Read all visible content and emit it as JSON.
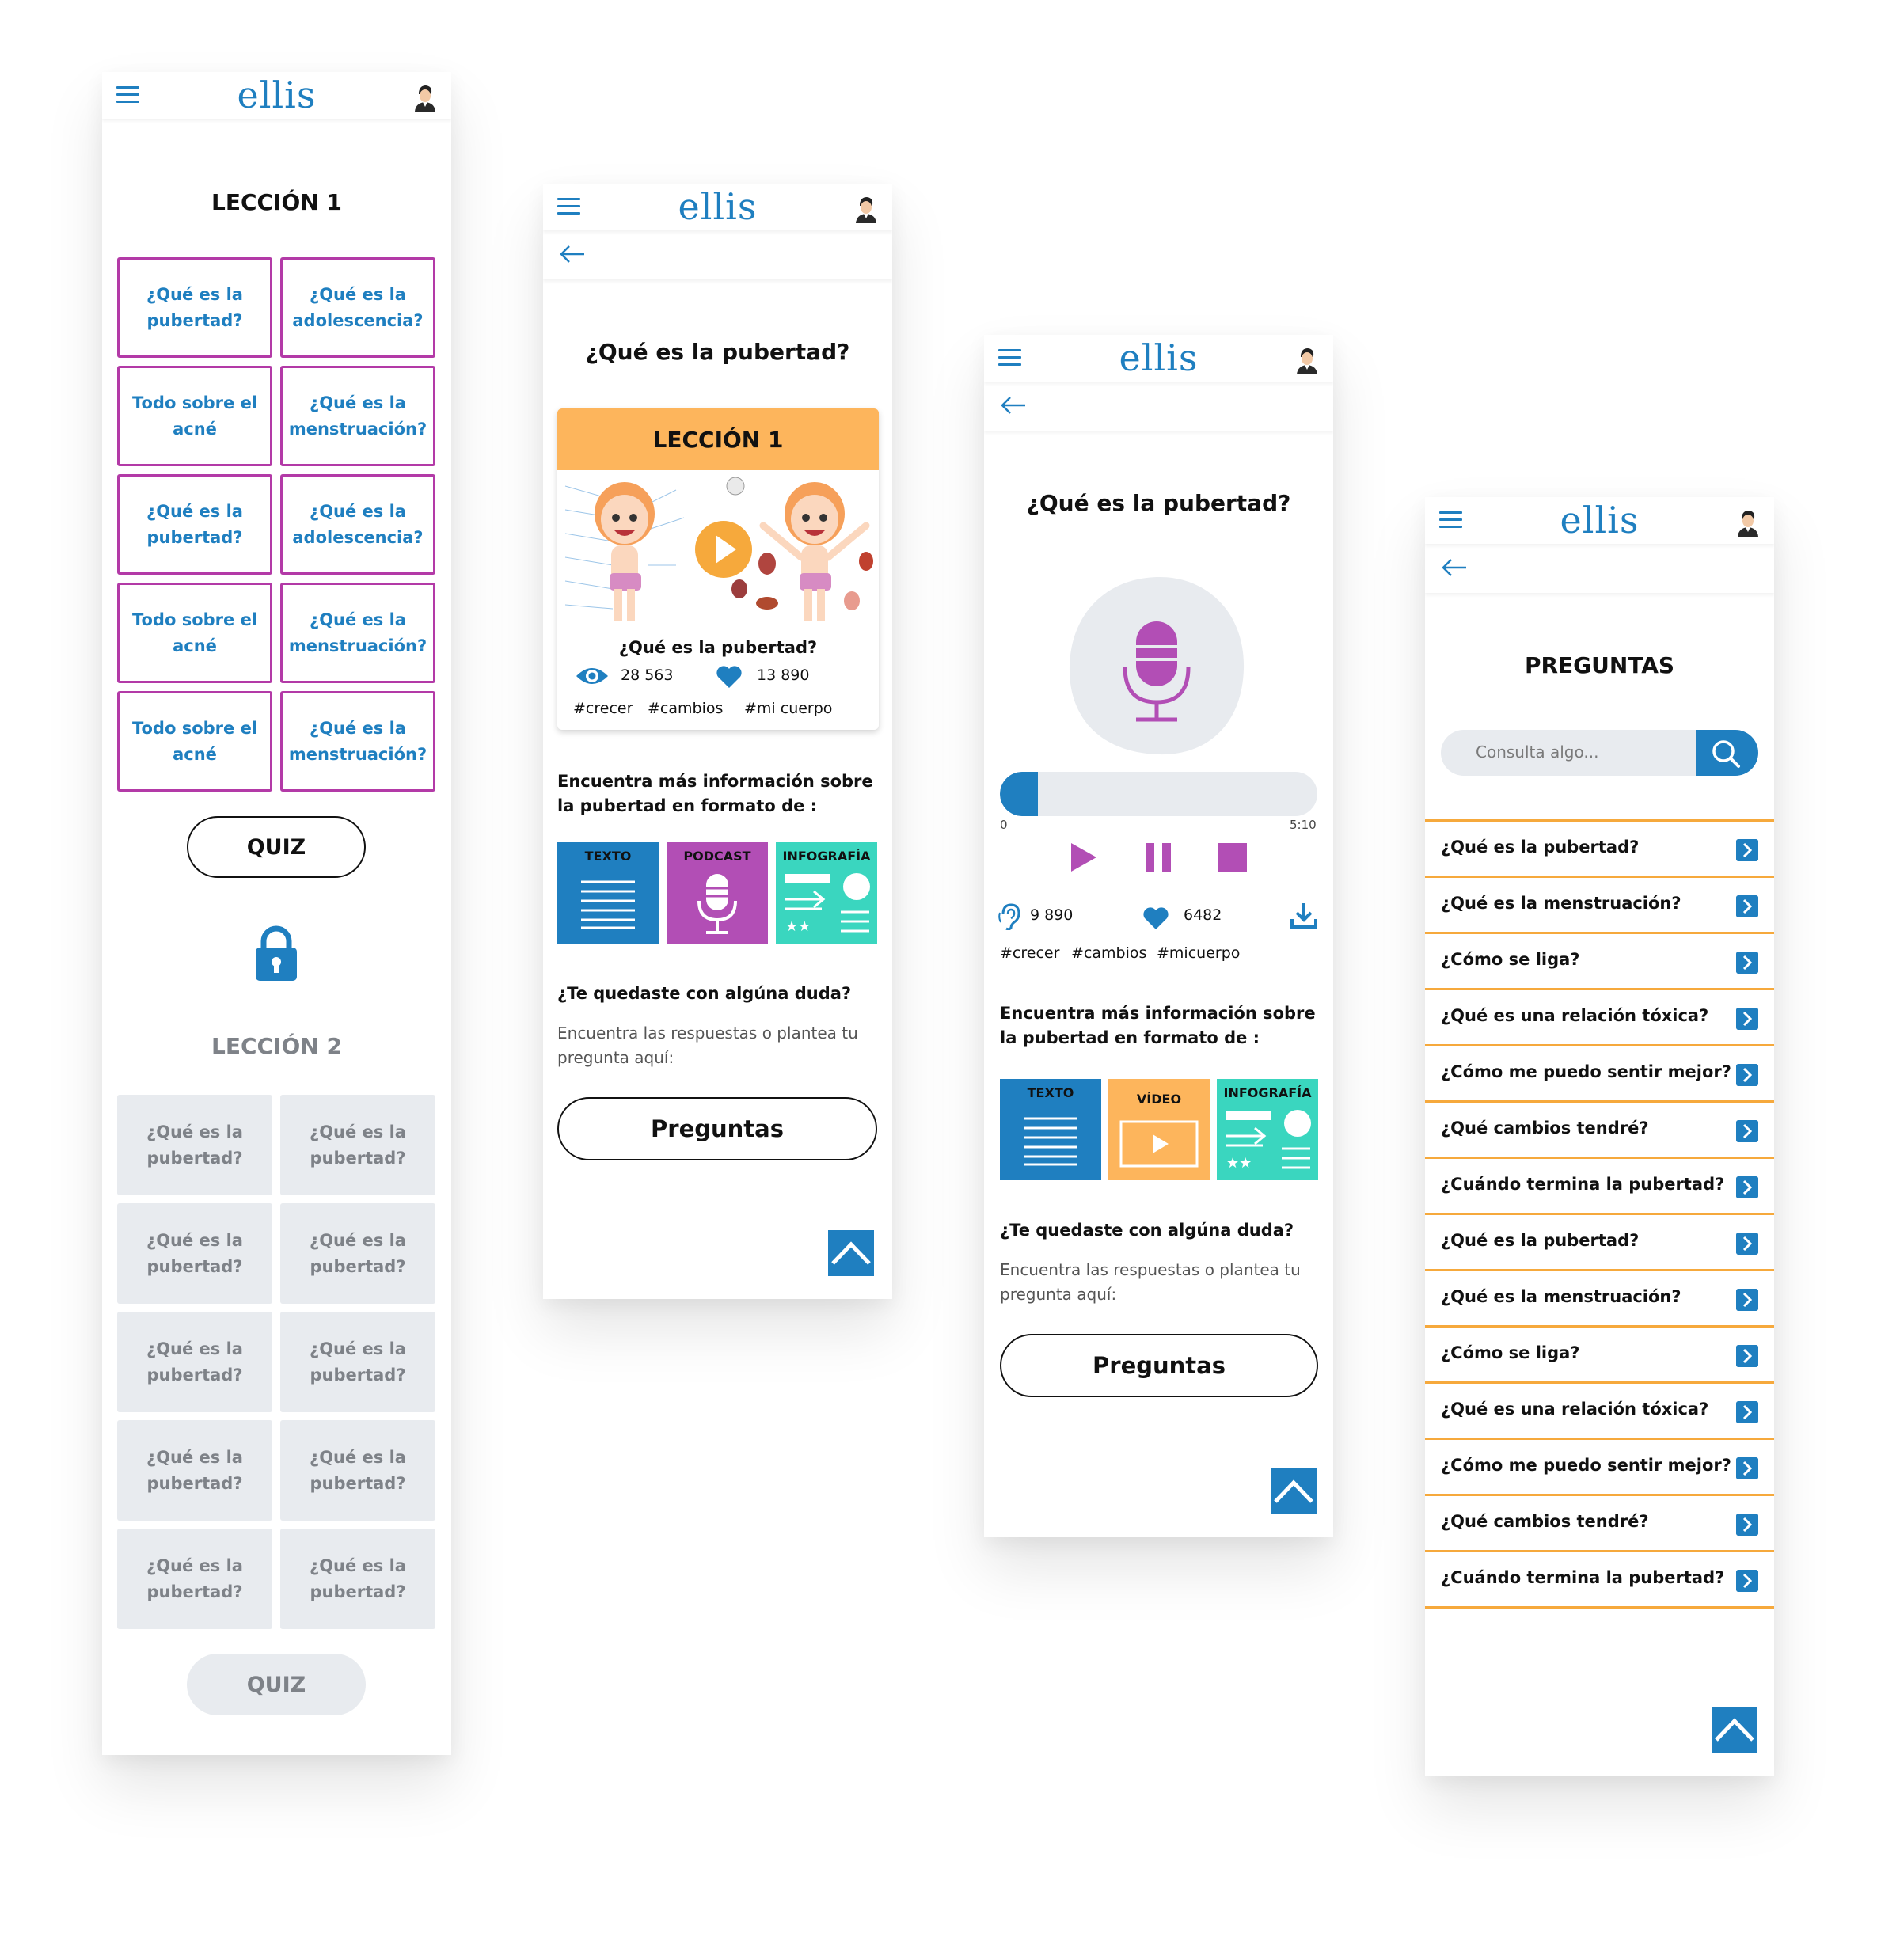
{
  "app": {
    "logo": "ellis"
  },
  "screen1": {
    "lesson1_title": "LECCIÓN 1",
    "lesson1_tiles": [
      "¿Qué es la pubertad?",
      "¿Qué es la adolescencia?",
      "Todo sobre el acné",
      "¿Qué es la menstruación?",
      "¿Qué es la pubertad?",
      "¿Qué es la adolescencia?",
      "Todo sobre el acné",
      "¿Qué es la menstruación?",
      "Todo sobre el acné",
      "¿Qué es la menstruación?"
    ],
    "quiz_label": "QUIZ",
    "lesson2_title": "LECCIÓN 2",
    "lesson2_tiles": [
      "¿Qué es la pubertad?",
      "¿Qué es la pubertad?",
      "¿Qué es la pubertad?",
      "¿Qué es la pubertad?",
      "¿Qué es la pubertad?",
      "¿Qué es la pubertad?",
      "¿Qué es la pubertad?",
      "¿Qué es la pubertad?",
      "¿Qué es la pubertad?",
      "¿Qué es la pubertad?"
    ],
    "quiz2_label": "QUIZ"
  },
  "screen2": {
    "title": "¿Qué es la pubertad?",
    "card_header": "LECCIÓN 1",
    "card_title": "¿Qué es la pubertad?",
    "views": "28 563",
    "likes": "13 890",
    "tags": [
      "#crecer",
      "#cambios",
      "#mi cuerpo"
    ],
    "more_info": "Encuentra más información sobre la pubertad en formato de :",
    "formats": [
      "TEXTO",
      "PODCAST",
      "INFOGRAFÍA"
    ],
    "doubt_title": "¿Te quedaste con algúna duda?",
    "doubt_text": "Encuentra las respuestas o plantea tu pregunta aquí:",
    "button": "Preguntas"
  },
  "screen3": {
    "title": "¿Qué es la pubertad?",
    "progress": 0.12,
    "time_start": "0",
    "time_end": "5:10",
    "listens": "9 890",
    "likes": "6482",
    "tags": [
      "#crecer",
      "#cambios",
      "#micuerpo"
    ],
    "more_info": "Encuentra más información sobre la pubertad en formato de :",
    "formats": [
      "TEXTO",
      "VÍDEO",
      "INFOGRAFÍA"
    ],
    "doubt_title": "¿Te quedaste con algúna duda?",
    "doubt_text": "Encuentra las respuestas o plantea tu pregunta aquí:",
    "button": "Preguntas"
  },
  "screen4": {
    "title": "PREGUNTAS",
    "search_placeholder": "Consulta algo...",
    "questions": [
      "¿Qué es la pubertad?",
      "¿Qué es la menstruación?",
      "¿Cómo se liga?",
      "¿Qué es una relación tóxica?",
      "¿Cómo me puedo sentir mejor?",
      "¿Qué cambios tendré?",
      "¿Cuándo termina la pubertad?",
      "¿Qué es la pubertad?",
      "¿Qué es la menstruación?",
      "¿Cómo se liga?",
      "¿Qué es una relación tóxica?",
      "¿Cómo me puedo sentir mejor?",
      "¿Qué cambios tendré?",
      "¿Cuándo termina la pubertad?"
    ]
  },
  "colors": {
    "brand_blue": "#1f7fc0",
    "purple": "#b33aa7",
    "orange": "#f6a93c",
    "teal": "#3ad6bf",
    "locked_gray": "#e8ebef"
  }
}
